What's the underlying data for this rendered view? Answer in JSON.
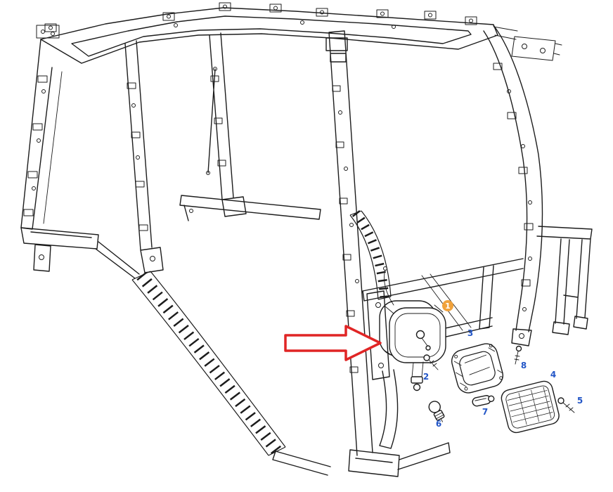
{
  "diagram": {
    "kind": "exploded-parts-line-drawing",
    "subject": "tractor-cab-frame-with-rear-work-lamp",
    "callouts": {
      "c1": "1",
      "c2": "2",
      "c3": "3",
      "c4": "4",
      "c5": "5",
      "c6": "6",
      "c7": "7",
      "c8": "8"
    },
    "colors": {
      "line": "#1c1c1c",
      "label_blue": "#2356c7",
      "badge_orange": "#f0a23c",
      "badge_text": "#ffffff",
      "arrow_red": "#e02525",
      "background": "#ffffff"
    }
  }
}
